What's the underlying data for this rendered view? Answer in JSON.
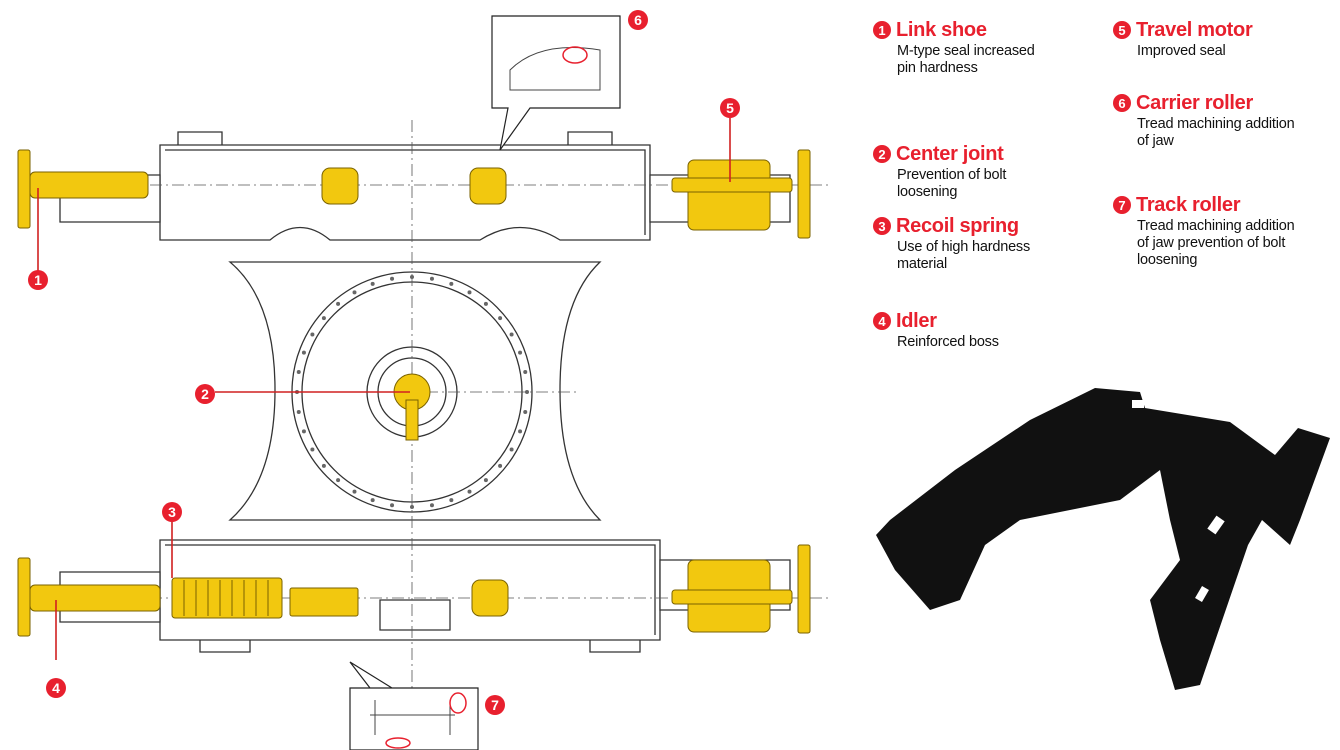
{
  "callouts": [
    "1",
    "2",
    "3",
    "4",
    "5",
    "6",
    "7"
  ],
  "legend": [
    {
      "num": "1",
      "title": "Link shoe",
      "desc": "M-type seal increased pin hardness"
    },
    {
      "num": "2",
      "title": "Center joint",
      "desc": "Prevention of bolt loosening"
    },
    {
      "num": "3",
      "title": "Recoil spring",
      "desc": "Use of high hardness material"
    },
    {
      "num": "4",
      "title": "Idler",
      "desc": "Reinforced boss"
    },
    {
      "num": "5",
      "title": "Travel motor",
      "desc": "Improved seal"
    },
    {
      "num": "6",
      "title": "Carrier roller",
      "desc": "Tread machining addition of jaw"
    },
    {
      "num": "7",
      "title": "Track roller",
      "desc": "Tread machining addition of jaw prevention of bolt loosening"
    }
  ],
  "colors": {
    "accent": "#e8202e",
    "part": "#f2c80f",
    "line": "#333333",
    "silhouette": "#111111"
  }
}
